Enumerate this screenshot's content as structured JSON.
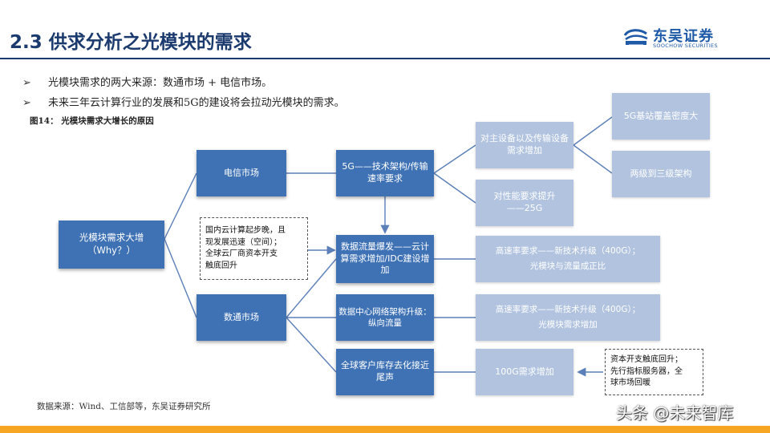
{
  "header": {
    "title": "2.3 供求分析之光模块的需求",
    "logo_cn": "东吴证券",
    "logo_en": "SOOCHOW SECURITIES"
  },
  "bullets": [
    "光模块需求的两大来源：数通市场 + 电信市场。",
    "未来三年云计算行业的发展和5G的建设将会拉动光模块的需求。"
  ],
  "bullet_marker": "➢",
  "figure_label": "图14：  光模块需求大增长的原因",
  "diagram": {
    "root": "光模块需求大增\n（Why？）",
    "telecom": "电信市场",
    "datacom": "数通市场",
    "tech_5g": "5G——技术架构/传输\n速率要求",
    "traffic": "数据流量爆发——云计\n算需求增加/IDC建设增\n加",
    "dc_arch": "数据中心网络架构升级：\n纵向流量",
    "inventory": "全球客户库存去化接近\n尾声",
    "main_equip": "对主设备以及传输设备\n需求增加",
    "perf_25g": "对性能要求提升\n——25G",
    "base_density": "5G基站覆盖密度大",
    "two_to_three": "两级到三级架构",
    "high_speed_1": "高速率要求——新技术升级（400G）；\n光模块与流量成正比",
    "high_speed_2": "高速率要求——新技术升级（400G）；\n光模块需求增加",
    "demand_100g": "100G需求增加",
    "note_cloud": "国内云计算起步晚，且\n现发展迅速（空间）；\n全球云厂商资本开支\n触底回升",
    "note_capex": "资本开支触底回升；\n先行指标服务器，全\n球市场回暖"
  },
  "source": "数据来源：Wind、工信部等，东吴证券研究所",
  "watermark": "头条 @未来智库",
  "colors": {
    "title": "#1b3a6e",
    "dark_box": "#3f72b5",
    "light_box": "#b1c3df",
    "line": "#5b7fb8",
    "bottom_bar": "#f6a623"
  }
}
